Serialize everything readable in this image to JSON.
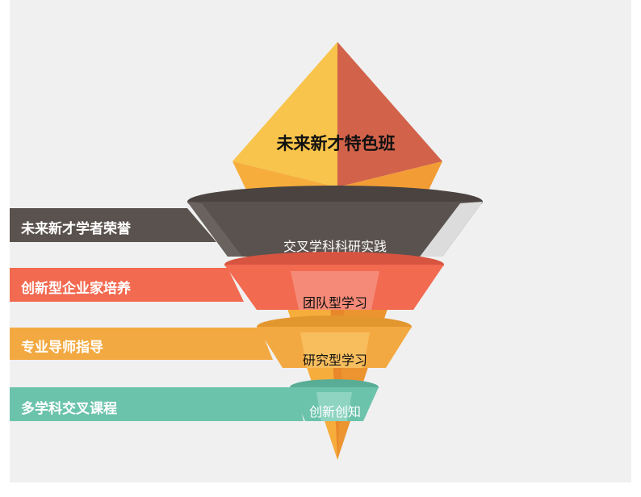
{
  "title": "未来新才特色班",
  "left_labels": [
    "未来新才学者荣誉",
    "创新型企业家培养",
    "专业导师指导",
    "多学科交叉课程"
  ],
  "ring_labels": [
    "交叉学科科研实践",
    "团队型学习",
    "研究型学习",
    "创新创知"
  ],
  "colors": {
    "background": "#f0f0f0",
    "band_gray": "#5a524e",
    "band_red": "#f26a50",
    "band_orange": "#f3a941",
    "band_teal": "#6cc3ac",
    "cone_yellow": "#f8c44b",
    "cone_orange": "#f29c35",
    "cone_red": "#d2624a"
  }
}
